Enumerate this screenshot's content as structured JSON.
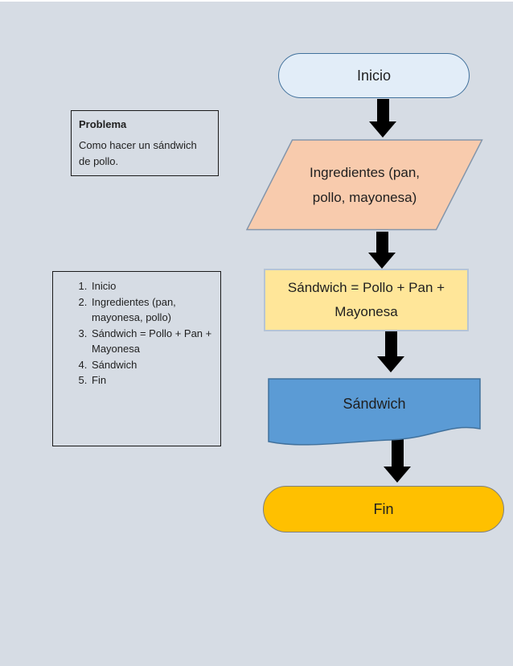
{
  "page": {
    "background_color": "#d6dce4"
  },
  "problema_box": {
    "title": "Problema",
    "body": "Como hacer un sándwich de pollo."
  },
  "pasos_box": {
    "items": [
      "Inicio",
      "Ingredientes (pan, mayonesa, pollo)",
      "Sándwich = Pollo + Pan + Mayonesa",
      "Sándwich",
      "Fin"
    ]
  },
  "flowchart": {
    "start": {
      "label": "Inicio",
      "fill": "#e2edf8",
      "border": "#41719c",
      "shape": "terminator"
    },
    "input": {
      "lines": [
        "Ingredientes (pan,",
        "pollo, mayonesa)"
      ],
      "fill": "#f8cbad",
      "border": "#8496ab",
      "shape": "parallelogram"
    },
    "process": {
      "lines": [
        "Sándwich = Pollo + Pan +",
        "Mayonesa"
      ],
      "fill": "#ffe699",
      "border": "#b5c4d6",
      "shape": "rectangle"
    },
    "output": {
      "label": "Sándwich",
      "fill": "#5b9bd5",
      "border": "#41719c",
      "shape": "document"
    },
    "end": {
      "label": "Fin",
      "fill": "#ffc000",
      "border": "#7f7f7f",
      "shape": "terminator"
    },
    "arrow_color": "#000000"
  }
}
